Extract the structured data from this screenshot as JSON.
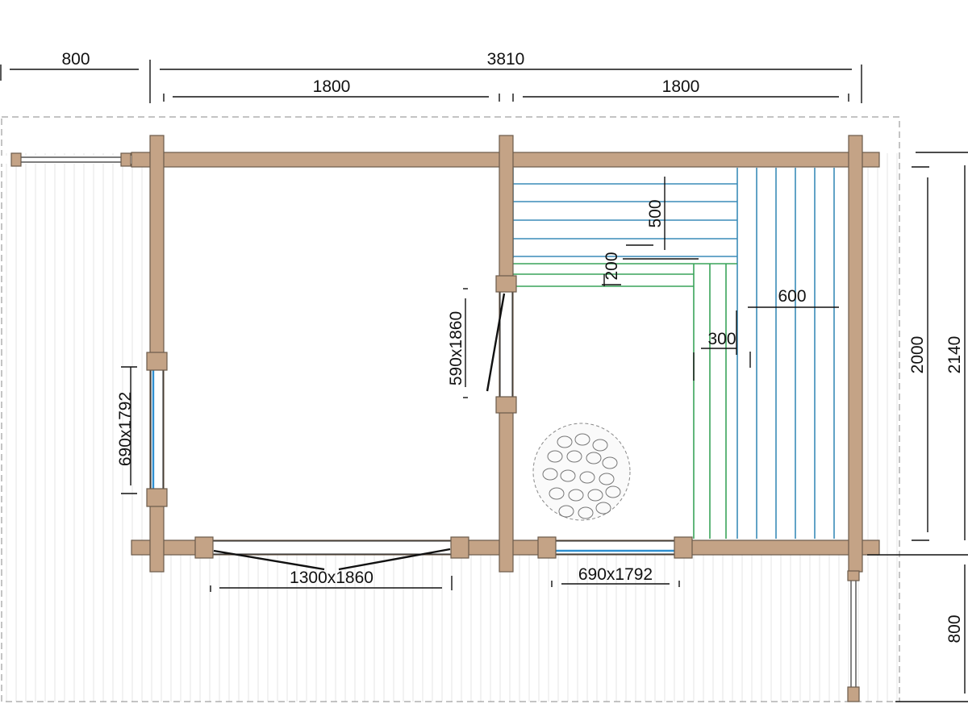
{
  "dimensions": {
    "terrace_width": "800",
    "total_width": "3810",
    "room_left_width": "1800",
    "room_right_width": "1800",
    "inner_depth": "2000",
    "outer_depth": "2140",
    "terrace_depth": "800"
  },
  "openings": {
    "left_window": "690x1792",
    "partition_door": "590x1860",
    "front_door": "1300x1860",
    "front_window": "690x1792"
  },
  "bench_dims": {
    "upper_bench": "500",
    "step": "200",
    "lower_bench": "600",
    "side_bench": "300"
  },
  "colors": {
    "log": "#c4a386",
    "bench_upper": "#3a8cb8",
    "bench_lower": "#3aa35a",
    "deck": "#e6e6e6"
  }
}
